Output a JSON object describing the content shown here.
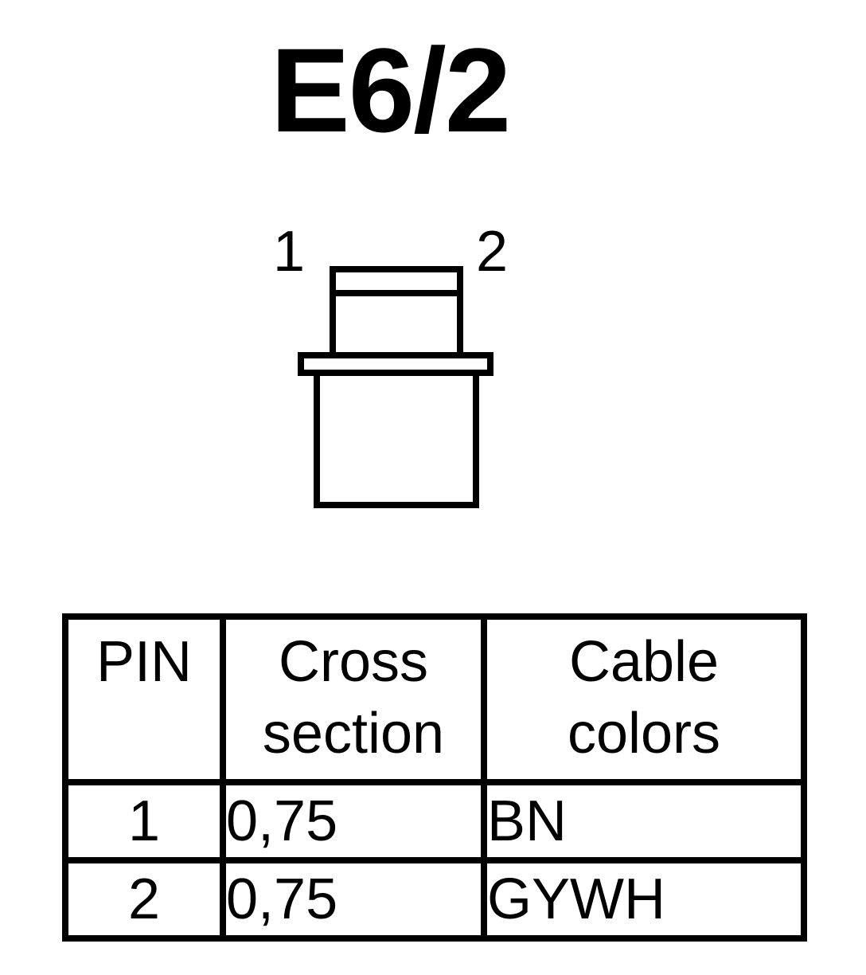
{
  "title": "E6/2",
  "connector": {
    "pin_labels": [
      "1",
      "2"
    ],
    "stroke_color": "#000000"
  },
  "table": {
    "headers": [
      [
        "PIN"
      ],
      [
        "Cross",
        "section"
      ],
      [
        "Cable",
        "colors"
      ]
    ],
    "rows": [
      {
        "pin": "1",
        "cross_section": "0,75",
        "color": "BN"
      },
      {
        "pin": "2",
        "cross_section": "0,75",
        "color": "GYWH"
      }
    ]
  }
}
